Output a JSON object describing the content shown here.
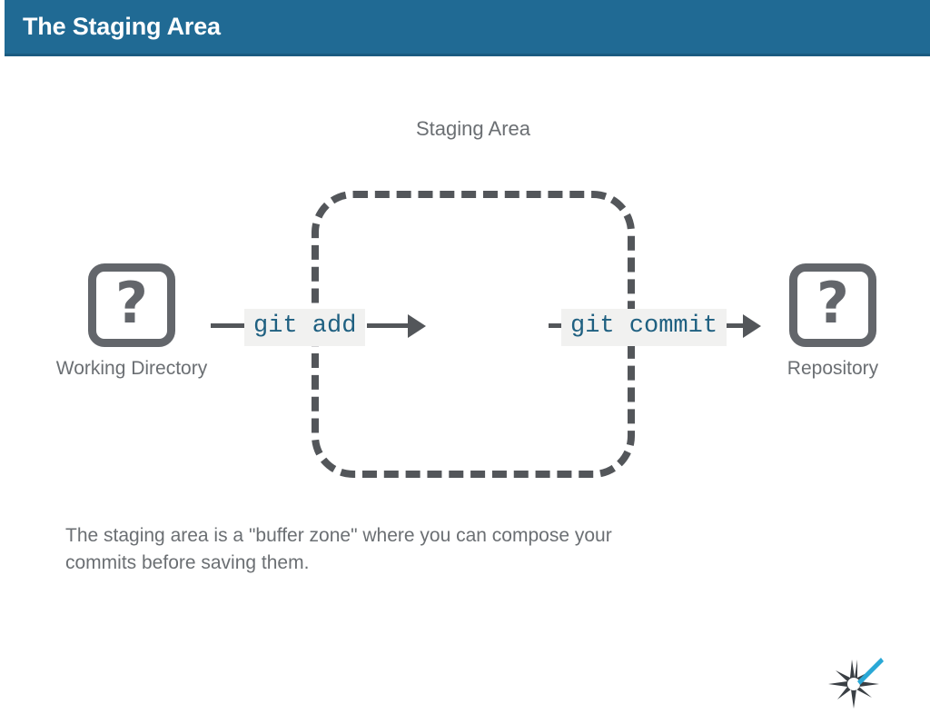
{
  "header": {
    "title": "The Staging Area",
    "bar_color": "#206A94",
    "title_color": "#FFFFFF"
  },
  "diagram": {
    "staging_area_title": "Staging Area",
    "staging_box": {
      "border_style": "dashed",
      "border_color": "#53565A"
    },
    "nodes": [
      {
        "id": "working-directory",
        "label": "Working Directory",
        "icon": "question-mark-file-icon",
        "icon_glyph": "?",
        "icon_color": "#63666B"
      },
      {
        "id": "repository",
        "label": "Repository",
        "icon": "question-mark-file-icon",
        "icon_glyph": "?",
        "icon_color": "#63666B"
      }
    ],
    "commands": [
      {
        "id": "git-add",
        "text": "git add",
        "text_color": "#1F6081",
        "background": "#F1F1F0"
      },
      {
        "id": "git-commit",
        "text": "git commit",
        "text_color": "#1F6081",
        "background": "#F1F1F0"
      }
    ],
    "connector_color": "#53565A"
  },
  "caption": {
    "text": "The staging area is a \"buffer zone\" where you can compose your commits before saving them.",
    "color": "#6B6F73"
  },
  "logo": {
    "name": "star-burst-logo",
    "star_color": "#3A3F44",
    "ray_color": "#2AA8D6"
  }
}
